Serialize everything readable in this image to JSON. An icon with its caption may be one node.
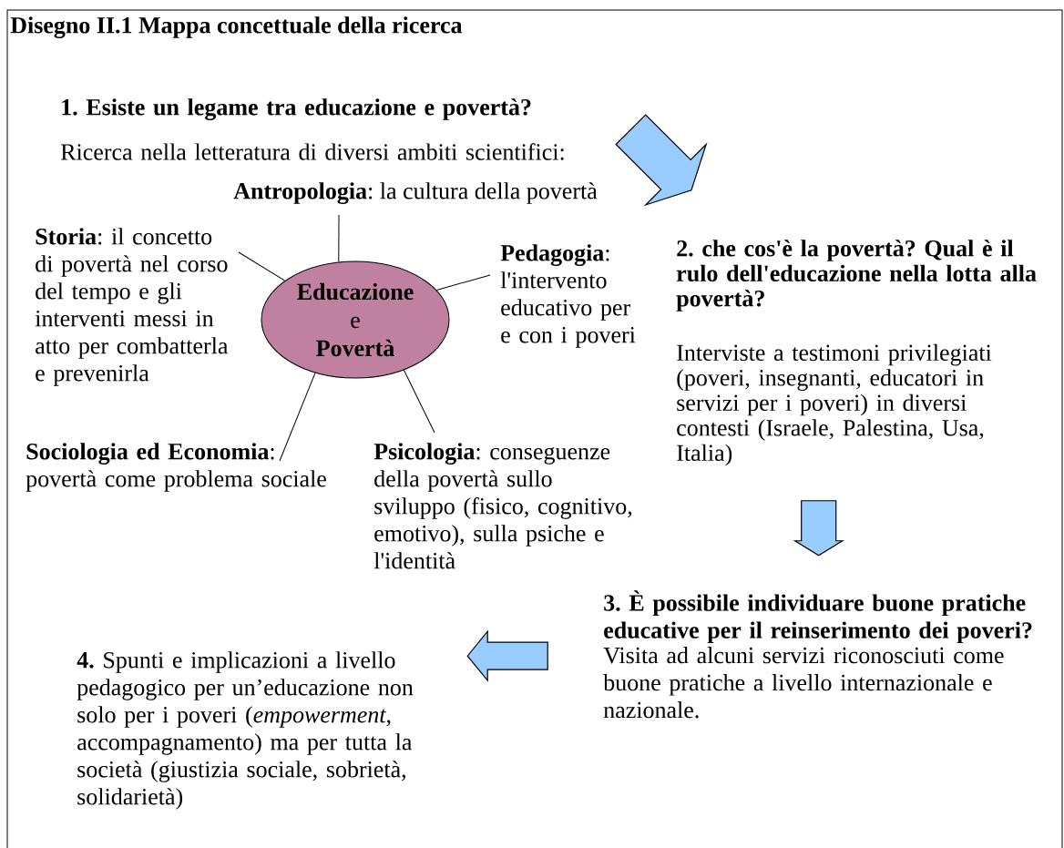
{
  "diagram": {
    "title": "Disegno II.1 Mappa concettuale della ricerca",
    "nodes": [
      {
        "text": [
          "1. Esiste un legame tra educazione e povertà?",
          "Ricerca nella letteratura di diversi ambiti scientifici:"
        ]
      },
      {
        "text": [
          "**Antropologia**: la cultura della povertà"
        ]
      },
      {
        "text": [
          "**Storia**: il concetto di povertà nel corso del tempo e gli interventi messi in atto per combatterla e prevenirla"
        ]
      },
      {
        "text": [
          "Educazione",
          "e",
          "Povertà"
        ]
      },
      {
        "text": [
          "**Pedagogia**: l'intervento educativo per e con i poveri"
        ]
      },
      {
        "text": [
          "**Sociologia ed Economia**: povertà come problema sociale"
        ]
      },
      {
        "text": [
          "**Psicologia**: conseguenze della povertà sullo sviluppo (fisico, cognitivo, emotivo), sulla psiche e l'identità"
        ]
      },
      {
        "text": [
          "2. che cos'è la povertà? Qual è il rulo dell'educazione nella lotta alla povertà?",
          "Interviste a testimoni privilegiati (poveri, insegnanti, educatori in servizi per i poveri) in diversi contesti (Israele, Palestina, Usa, Italia)"
        ]
      },
      {
        "text": [
          "3. È possibile individuare buone pratiche educative per il reinserimento dei poveri?",
          "Visita ad alcuni servizi riconosciuti come buone pratiche a livello internazionale e nazionale."
        ]
      },
      {
        "text": [
          "**4.** Spunti e implicazioni a livello pedagogico per un’educazione non solo per i poveri (*empowerment*, accompagnamento) ma per tutta la società (giustizia sociale, sobrietà, solidarietà)"
        ]
      }
    ],
    "edges": [
      {
        "from": 3,
        "to": 1,
        "arrow": "none"
      },
      {
        "from": 3,
        "to": 2,
        "arrow": "none"
      },
      {
        "from": 3,
        "to": 4,
        "arrow": "none"
      },
      {
        "from": 3,
        "to": 5,
        "arrow": "none"
      },
      {
        "from": 3,
        "to": 6,
        "arrow": "none"
      },
      {
        "from": 0,
        "to": 7,
        "arrow": "to"
      },
      {
        "from": 7,
        "to": 8,
        "arrow": "to"
      },
      {
        "from": 8,
        "to": 9,
        "arrow": "to"
      }
    ]
  }
}
